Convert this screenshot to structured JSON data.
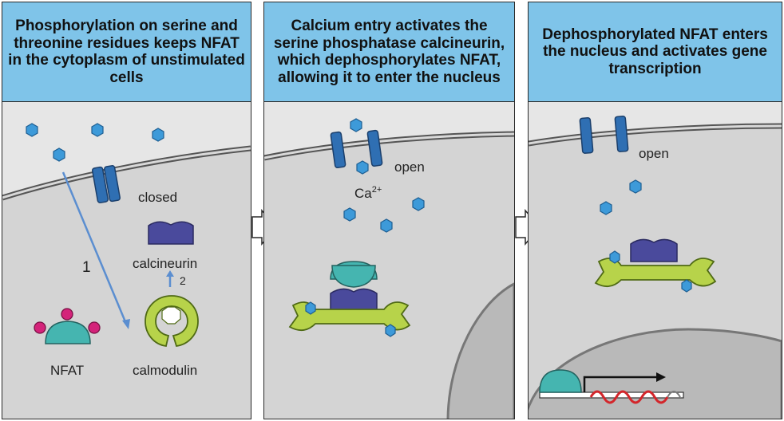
{
  "panels": [
    {
      "title": "Phosphorylation on serine and threonine residues keeps NFAT in the cytoplasm of unstimulated cells"
    },
    {
      "title": "Calcium entry activates the serine phosphatase calcineurin, which dephosphorylates NFAT, allowing it to enter the nucleus"
    },
    {
      "title": "Dephosphorylated NFAT enters the nucleus and activates gene transcription"
    }
  ],
  "labels": {
    "closed": "closed",
    "open": "open",
    "calcineurin": "calcineurin",
    "calmodulin": "calmodulin",
    "nfat": "NFAT",
    "step1": "1",
    "step2": "2",
    "ca_base": "Ca",
    "ca_sup": "2+"
  },
  "colors": {
    "header": "#7fc4e9",
    "cytoplasm": "#d4d4d4",
    "nucleus": "#b9b9b9",
    "channel": "#2f6fb3",
    "calcium_ion": "#3d9ad9",
    "calcineurin": "#4a4a9c",
    "calmodulin": "#b7d34a",
    "nfat": "#45b5b0",
    "phosphate": "#d4237a",
    "dna_arrow": "#111111",
    "mrna": "#d3262b",
    "step_arrow": "#5b8ed0"
  }
}
